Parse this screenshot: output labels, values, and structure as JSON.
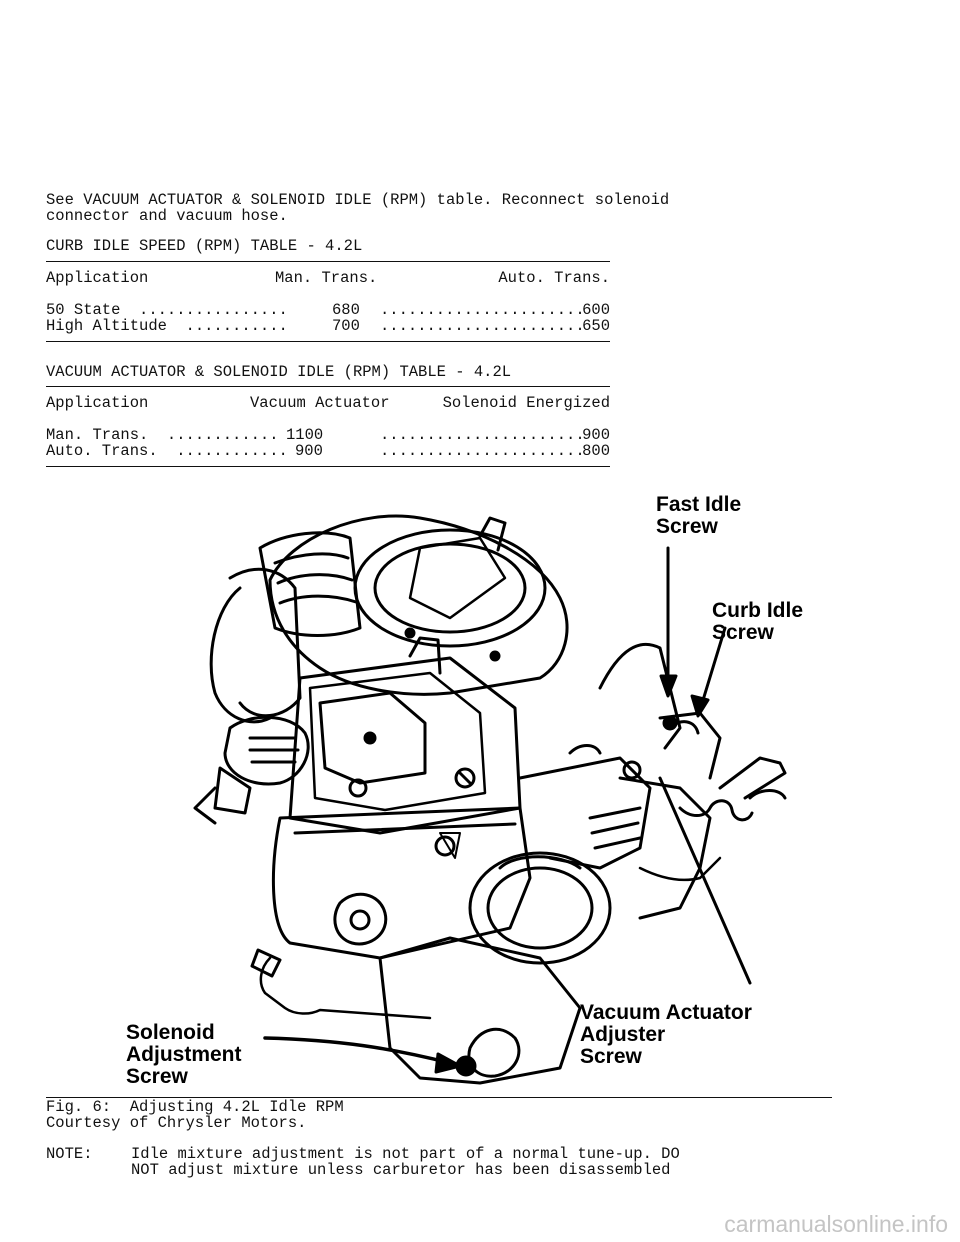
{
  "intro": {
    "line1": "See VACUUM ACTUATOR & SOLENOID IDLE (RPM) table. Reconnect solenoid",
    "line2": "connector and vacuum hose."
  },
  "curb_table": {
    "title": "CURB IDLE SPEED (RPM) TABLE - 4.2L",
    "headers": [
      "Application",
      "Man. Trans.",
      "Auto. Trans."
    ],
    "rows": [
      {
        "app": "50 State  ................",
        "man": "680",
        "dots": "......................",
        "auto": "600"
      },
      {
        "app": "High Altitude  ...........",
        "man": "700",
        "dots": "......................",
        "auto": "650"
      }
    ]
  },
  "vac_table": {
    "title": "VACUUM ACTUATOR & SOLENOID IDLE (RPM) TABLE - 4.2L",
    "headers": [
      "Application",
      "Vacuum Actuator",
      "Solenoid Energized"
    ],
    "rows": [
      {
        "app": "Man. Trans.  ............",
        "vac": "1100",
        "dots": "......................",
        "sol": "900"
      },
      {
        "app": "Auto. Trans.  ............",
        "vac": "900",
        "dots": "......................",
        "sol": "800"
      }
    ]
  },
  "figure": {
    "labels": {
      "fast_idle": "Fast Idle\nScrew",
      "curb_idle": "Curb Idle\nScrew",
      "vacuum_actuator": "Vacuum Actuator\nAdjuster\nScrew",
      "solenoid": "Solenoid\nAdjustment\nScrew"
    },
    "caption": "Fig. 6:  Adjusting 4.2L Idle RPM",
    "credit": "Courtesy of Chrysler Motors."
  },
  "note": {
    "label": "NOTE:",
    "line1": "Idle mixture adjustment is not part of a normal tune-up. DO",
    "line2": "NOT adjust mixture unless carburetor has been disassembled"
  },
  "watermark": "carmanualsonline.info"
}
